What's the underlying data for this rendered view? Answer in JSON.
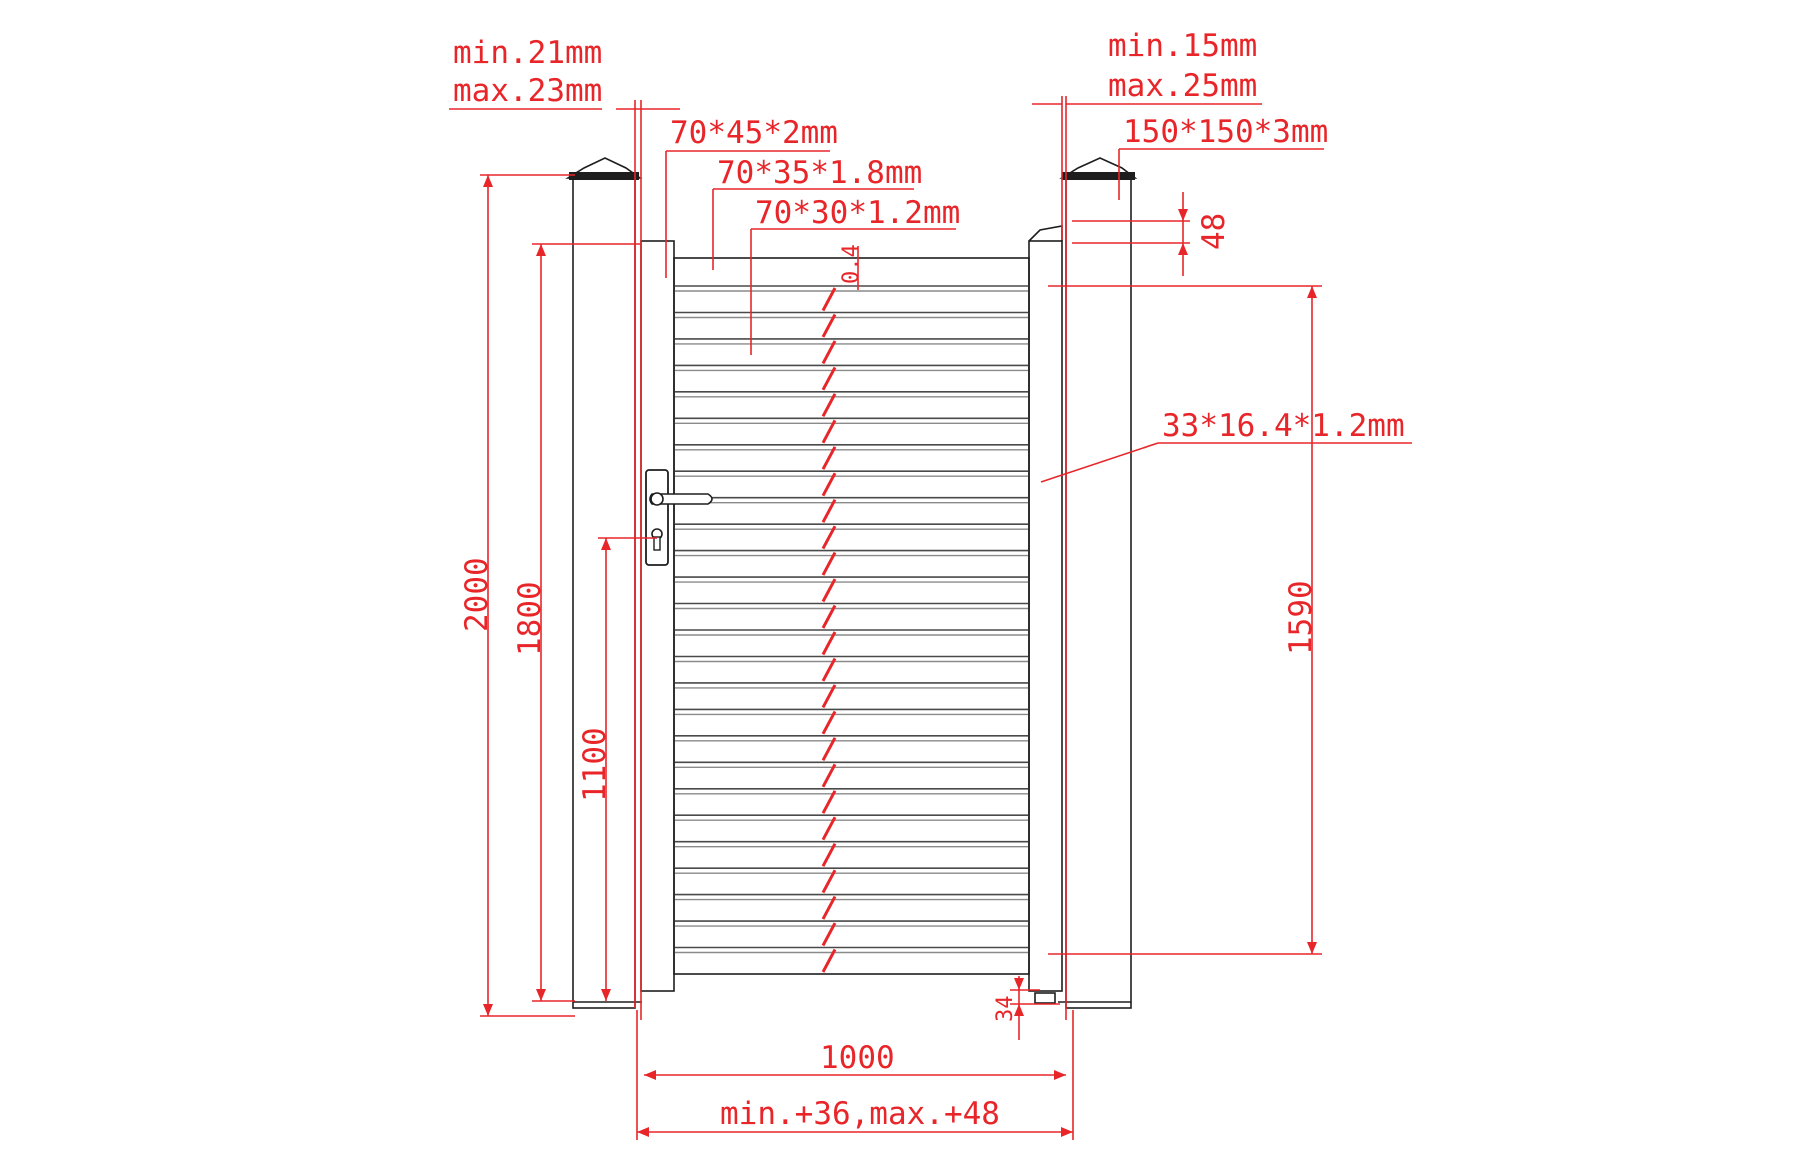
{
  "labels": {
    "hinge_gap_min": "min.21mm",
    "hinge_gap_max": "max.23mm",
    "latch_gap_min": "min.15mm",
    "latch_gap_max": "max.25mm",
    "post_profile": "150*150*3mm",
    "frame_outer_profile": "70*45*2mm",
    "frame_inner_profile": "70*35*1.8mm",
    "slat_profile": "70*30*1.2mm",
    "slat_gap": "0.4",
    "latch_profile": "33*16.4*1.2mm",
    "height_post": "2000",
    "height_gate": "1800",
    "height_handle": "1100",
    "height_latch": "1590",
    "latch_top_offset": "48",
    "bottom_clearance": "34",
    "width_gate": "1000",
    "width_opening": "min.+36,max.+48"
  },
  "colors": {
    "dimension": "#e8262a",
    "outline": "#1e1e1e",
    "slat": "#8a8a8a",
    "background": "#ffffff"
  },
  "slats": {
    "count": 26
  }
}
